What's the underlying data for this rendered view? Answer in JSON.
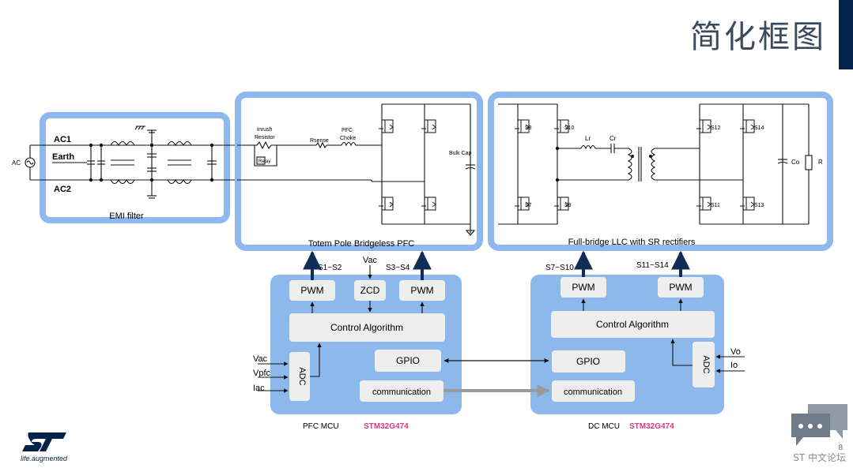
{
  "slide": {
    "title": "简化框图",
    "page_number": "8",
    "logo_tagline": "life.augmented",
    "forum_label": "ST 中文论坛"
  },
  "colors": {
    "frame": "#8fb9ee",
    "mcu_fill": "#8cb8ec",
    "block_fill": "#eeeeee",
    "accent": "#e0338a",
    "arrow": "#0f2d55",
    "brand": "#03234b",
    "link": "#9a9a9a"
  },
  "emi": {
    "label": "EMI filter",
    "source": "AC",
    "lines": [
      "AC1",
      "Earth",
      "AC2"
    ]
  },
  "pfc": {
    "label": "Totem Pole Bridgeless PFC",
    "inrush": [
      "Inrush",
      "Resistor"
    ],
    "relay": "Relay",
    "rsense": "Rsense",
    "choke": [
      "PFC",
      "Choke"
    ],
    "bulk": "Bulk Cap"
  },
  "llc": {
    "label": "Full-bridge LLC with SR rectifiers",
    "switches": [
      "S8",
      "S10",
      "S7",
      "S9",
      "S12",
      "S14",
      "S11",
      "S13"
    ],
    "lr": "Lr",
    "cr": "Cr",
    "co": "Co",
    "r": "R"
  },
  "pfc_mcu": {
    "pwm_left": "PWM",
    "zcd": "ZCD",
    "pwm_right": "PWM",
    "control": "Control Algorithm",
    "adc": "ADC",
    "gpio": "GPIO",
    "comm": "communication",
    "inputs": [
      "Vac",
      "Vpfc",
      "Iac"
    ],
    "name": "PFC MCU",
    "chip": "STM32G474",
    "out_left": "S1~S2",
    "out_right": "S3~S4",
    "vac_in": "Vac"
  },
  "dc_mcu": {
    "pwm_left": "PWM",
    "pwm_right": "PWM",
    "control": "Control Algorithm",
    "adc": "ADC",
    "gpio": "GPIO",
    "comm": "communication",
    "inputs": [
      "Vo",
      "Io"
    ],
    "name": "DC MCU",
    "chip": "STM32G474",
    "out_left": "S7~S10",
    "out_right": "S11~S14"
  }
}
